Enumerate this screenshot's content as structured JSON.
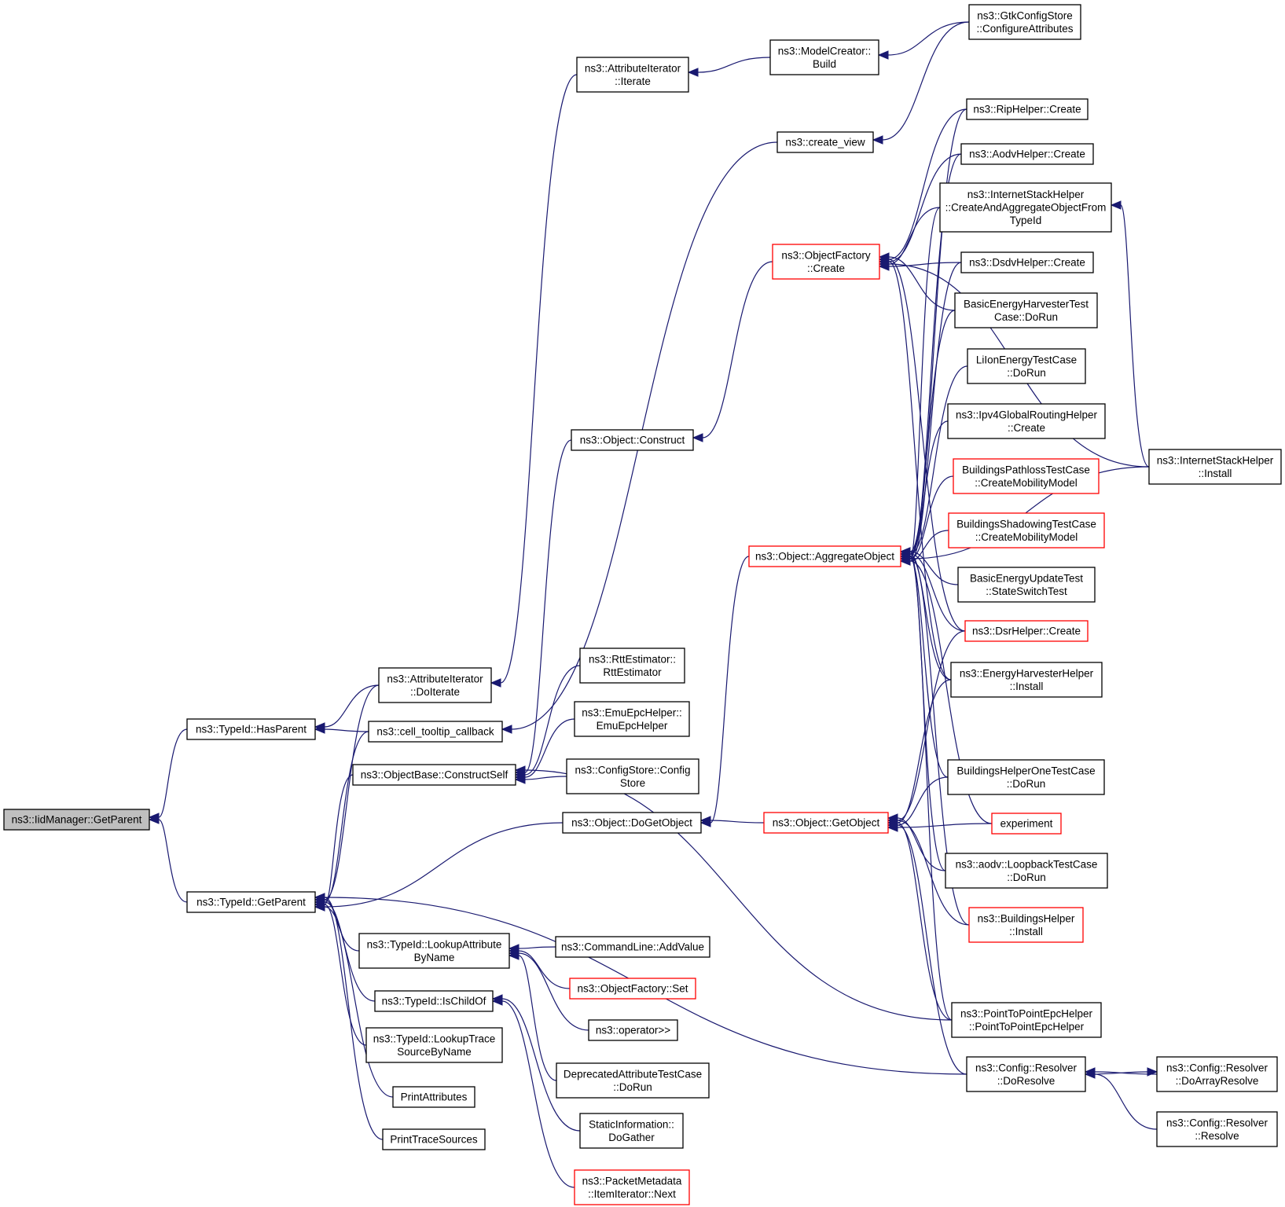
{
  "graph": {
    "nodes": [
      {
        "id": "root",
        "lines": [
          "ns3::IidManager::GetParent"
        ],
        "style": "highlight"
      },
      {
        "id": "hasparent",
        "lines": [
          "ns3::TypeId::HasParent"
        ],
        "style": "normal"
      },
      {
        "id": "getparent",
        "lines": [
          "ns3::TypeId::GetParent"
        ],
        "style": "normal"
      },
      {
        "id": "doiterate",
        "lines": [
          "ns3::AttributeIterator",
          "::DoIterate"
        ],
        "style": "normal"
      },
      {
        "id": "cell_tooltip",
        "lines": [
          "ns3::cell_tooltip_callback"
        ],
        "style": "normal"
      },
      {
        "id": "iterate",
        "lines": [
          "ns3::AttributeIterator",
          "::Iterate"
        ],
        "style": "normal"
      },
      {
        "id": "modelcreator",
        "lines": [
          "ns3::ModelCreator::",
          "Build"
        ],
        "style": "normal"
      },
      {
        "id": "gtkconfig",
        "lines": [
          "ns3::GtkConfigStore",
          "::ConfigureAttributes"
        ],
        "style": "normal"
      },
      {
        "id": "create_view",
        "lines": [
          "ns3::create_view"
        ],
        "style": "normal"
      },
      {
        "id": "constructself",
        "lines": [
          "ns3::ObjectBase::ConstructSelf"
        ],
        "style": "normal"
      },
      {
        "id": "obj_construct",
        "lines": [
          "ns3::Object::Construct"
        ],
        "style": "normal"
      },
      {
        "id": "rtt",
        "lines": [
          "ns3::RttEstimator::",
          "RttEstimator"
        ],
        "style": "normal"
      },
      {
        "id": "emuepc",
        "lines": [
          "ns3::EmuEpcHelper::",
          "EmuEpcHelper"
        ],
        "style": "normal"
      },
      {
        "id": "configstore",
        "lines": [
          "ns3::ConfigStore::Config",
          "Store"
        ],
        "style": "normal"
      },
      {
        "id": "dogetobject",
        "lines": [
          "ns3::Object::DoGetObject"
        ],
        "style": "normal"
      },
      {
        "id": "getobject",
        "lines": [
          "ns3::Object::GetObject"
        ],
        "style": "red"
      },
      {
        "id": "objfactory_create",
        "lines": [
          "ns3::ObjectFactory",
          "::Create"
        ],
        "style": "red"
      },
      {
        "id": "aggregate",
        "lines": [
          "ns3::Object::AggregateObject"
        ],
        "style": "red"
      },
      {
        "id": "riphelper",
        "lines": [
          "ns3::RipHelper::Create"
        ],
        "style": "normal"
      },
      {
        "id": "aodvhelper",
        "lines": [
          "ns3::AodvHelper::Create"
        ],
        "style": "normal"
      },
      {
        "id": "internetstack_caot",
        "lines": [
          "ns3::InternetStackHelper",
          "::CreateAndAggregateObjectFrom",
          "TypeId"
        ],
        "style": "normal"
      },
      {
        "id": "dsdvhelper",
        "lines": [
          "ns3::DsdvHelper::Create"
        ],
        "style": "normal"
      },
      {
        "id": "basicenergyharv",
        "lines": [
          "BasicEnergyHarvesterTest",
          "Case::DoRun"
        ],
        "style": "normal"
      },
      {
        "id": "liion",
        "lines": [
          "LiIonEnergyTestCase",
          "::DoRun"
        ],
        "style": "normal"
      },
      {
        "id": "ipv4global",
        "lines": [
          "ns3::Ipv4GlobalRoutingHelper",
          "::Create"
        ],
        "style": "normal"
      },
      {
        "id": "bpathloss",
        "lines": [
          "BuildingsPathlossTestCase",
          "::CreateMobilityModel"
        ],
        "style": "red"
      },
      {
        "id": "bshadow",
        "lines": [
          "BuildingsShadowingTestCase",
          "::CreateMobilityModel"
        ],
        "style": "red"
      },
      {
        "id": "basicenergyupdate",
        "lines": [
          "BasicEnergyUpdateTest",
          "::StateSwitchTest"
        ],
        "style": "normal"
      },
      {
        "id": "dsrhelper",
        "lines": [
          "ns3::DsrHelper::Create"
        ],
        "style": "red"
      },
      {
        "id": "energyharvhelper",
        "lines": [
          "ns3::EnergyHarvesterHelper",
          "::Install"
        ],
        "style": "normal"
      },
      {
        "id": "bhelperone",
        "lines": [
          "BuildingsHelperOneTestCase",
          "::DoRun"
        ],
        "style": "normal"
      },
      {
        "id": "experiment",
        "lines": [
          "experiment"
        ],
        "style": "red"
      },
      {
        "id": "aodvloopback",
        "lines": [
          "ns3::aodv::LoopbackTestCase",
          "::DoRun"
        ],
        "style": "normal"
      },
      {
        "id": "bhelperinstall",
        "lines": [
          "ns3::BuildingsHelper",
          "::Install"
        ],
        "style": "red"
      },
      {
        "id": "p2pepc",
        "lines": [
          "ns3::PointToPointEpcHelper",
          "::PointToPointEpcHelper"
        ],
        "style": "normal"
      },
      {
        "id": "resolver_doresolve",
        "lines": [
          "ns3::Config::Resolver",
          "::DoResolve"
        ],
        "style": "normal"
      },
      {
        "id": "resolver_doarray",
        "lines": [
          "ns3::Config::Resolver",
          "::DoArrayResolve"
        ],
        "style": "normal"
      },
      {
        "id": "resolver_resolve",
        "lines": [
          "ns3::Config::Resolver",
          "::Resolve"
        ],
        "style": "normal"
      },
      {
        "id": "internetstack_install",
        "lines": [
          "ns3::InternetStackHelper",
          "::Install"
        ],
        "style": "normal"
      },
      {
        "id": "lookupattr",
        "lines": [
          "ns3::TypeId::LookupAttribute",
          "ByName"
        ],
        "style": "normal"
      },
      {
        "id": "ischildof",
        "lines": [
          "ns3::TypeId::IsChildOf"
        ],
        "style": "normal"
      },
      {
        "id": "lookuptrace",
        "lines": [
          "ns3::TypeId::LookupTrace",
          "SourceByName"
        ],
        "style": "normal"
      },
      {
        "id": "printattrs",
        "lines": [
          "PrintAttributes"
        ],
        "style": "normal"
      },
      {
        "id": "printtrace",
        "lines": [
          "PrintTraceSources"
        ],
        "style": "normal"
      },
      {
        "id": "cmdline_addvalue",
        "lines": [
          "ns3::CommandLine::AddValue"
        ],
        "style": "normal"
      },
      {
        "id": "objfactory_set",
        "lines": [
          "ns3::ObjectFactory::Set"
        ],
        "style": "red"
      },
      {
        "id": "operator_rshift",
        "lines": [
          "ns3::operator>>"
        ],
        "style": "normal"
      },
      {
        "id": "deprecated",
        "lines": [
          "DeprecatedAttributeTestCase",
          "::DoRun"
        ],
        "style": "normal"
      },
      {
        "id": "staticinfo",
        "lines": [
          "StaticInformation::",
          "DoGather"
        ],
        "style": "normal"
      },
      {
        "id": "pktmeta",
        "lines": [
          "ns3::PacketMetadata",
          "::ItemIterator::Next"
        ],
        "style": "red"
      }
    ],
    "edges": [
      [
        "hasparent",
        "root"
      ],
      [
        "getparent",
        "root"
      ],
      [
        "doiterate",
        "hasparent"
      ],
      [
        "cell_tooltip",
        "hasparent"
      ],
      [
        "iterate",
        "doiterate"
      ],
      [
        "modelcreator",
        "iterate"
      ],
      [
        "gtkconfig",
        "modelcreator"
      ],
      [
        "create_view",
        "cell_tooltip"
      ],
      [
        "gtkconfig",
        "create_view"
      ],
      [
        "doiterate",
        "getparent"
      ],
      [
        "cell_tooltip",
        "getparent"
      ],
      [
        "constructself",
        "getparent"
      ],
      [
        "dogetobject",
        "getparent"
      ],
      [
        "resolver_doresolve",
        "getparent"
      ],
      [
        "lookupattr",
        "getparent"
      ],
      [
        "ischildof",
        "getparent"
      ],
      [
        "lookuptrace",
        "getparent"
      ],
      [
        "printattrs",
        "getparent"
      ],
      [
        "printtrace",
        "getparent"
      ],
      [
        "obj_construct",
        "constructself"
      ],
      [
        "rtt",
        "constructself"
      ],
      [
        "emuepc",
        "constructself"
      ],
      [
        "configstore",
        "constructself"
      ],
      [
        "p2pepc",
        "constructself"
      ],
      [
        "objfactory_create",
        "obj_construct"
      ],
      [
        "getobject",
        "dogetobject"
      ],
      [
        "aggregate",
        "dogetobject"
      ],
      [
        "riphelper",
        "objfactory_create"
      ],
      [
        "aodvhelper",
        "objfactory_create"
      ],
      [
        "internetstack_caot",
        "objfactory_create"
      ],
      [
        "dsdvhelper",
        "objfactory_create"
      ],
      [
        "basicenergyharv",
        "objfactory_create"
      ],
      [
        "dsrhelper",
        "objfactory_create"
      ],
      [
        "energyharvhelper",
        "objfactory_create"
      ],
      [
        "internetstack_install",
        "objfactory_create"
      ],
      [
        "riphelper",
        "aggregate"
      ],
      [
        "aodvhelper",
        "aggregate"
      ],
      [
        "internetstack_caot",
        "aggregate"
      ],
      [
        "dsdvhelper",
        "aggregate"
      ],
      [
        "basicenergyharv",
        "aggregate"
      ],
      [
        "liion",
        "aggregate"
      ],
      [
        "ipv4global",
        "aggregate"
      ],
      [
        "bpathloss",
        "aggregate"
      ],
      [
        "bshadow",
        "aggregate"
      ],
      [
        "basicenergyupdate",
        "aggregate"
      ],
      [
        "dsrhelper",
        "aggregate"
      ],
      [
        "energyharvhelper",
        "aggregate"
      ],
      [
        "bhelperone",
        "aggregate"
      ],
      [
        "experiment",
        "aggregate"
      ],
      [
        "aodvloopback",
        "aggregate"
      ],
      [
        "bhelperinstall",
        "aggregate"
      ],
      [
        "p2pepc",
        "aggregate"
      ],
      [
        "internetstack_install",
        "aggregate"
      ],
      [
        "dsrhelper",
        "getobject"
      ],
      [
        "energyharvhelper",
        "getobject"
      ],
      [
        "bhelperone",
        "getobject"
      ],
      [
        "experiment",
        "getobject"
      ],
      [
        "aodvloopback",
        "getobject"
      ],
      [
        "bhelperinstall",
        "getobject"
      ],
      [
        "p2pepc",
        "getobject"
      ],
      [
        "resolver_doresolve",
        "getobject"
      ],
      [
        "internetstack_install",
        "internetstack_caot"
      ],
      [
        "resolver_doarray",
        "resolver_doresolve"
      ],
      [
        "resolver_resolve",
        "resolver_doresolve"
      ],
      [
        "resolver_doresolve",
        "resolver_doarray"
      ],
      [
        "cmdline_addvalue",
        "lookupattr"
      ],
      [
        "objfactory_set",
        "lookupattr"
      ],
      [
        "operator_rshift",
        "lookupattr"
      ],
      [
        "deprecated",
        "lookupattr"
      ],
      [
        "staticinfo",
        "ischildof"
      ],
      [
        "pktmeta",
        "ischildof"
      ]
    ]
  }
}
